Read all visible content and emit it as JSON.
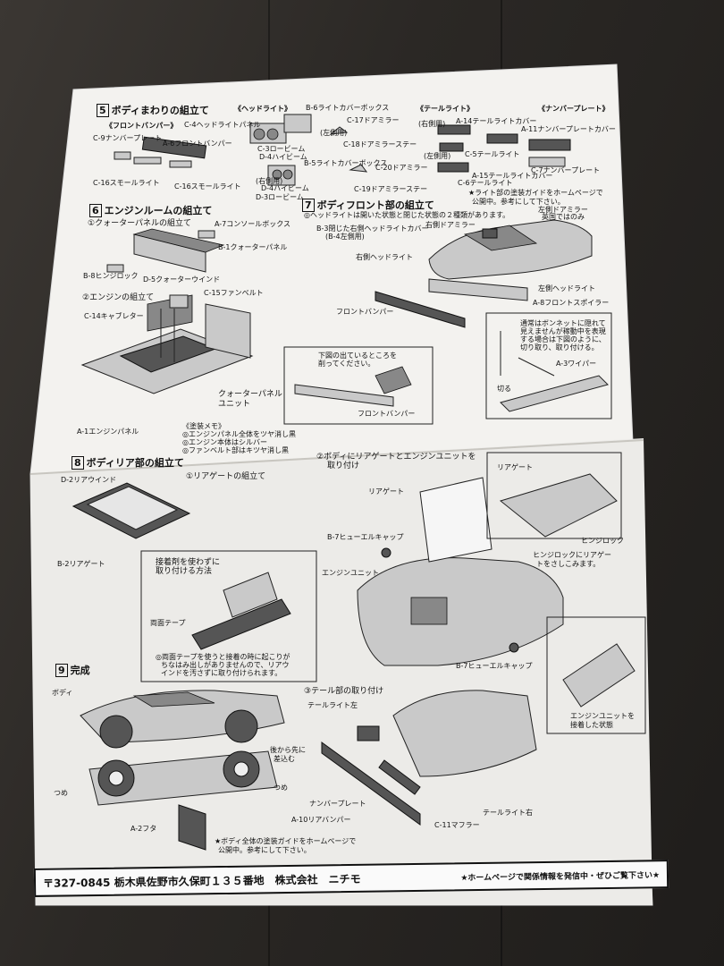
{
  "s5": {
    "title": "ボディまわりの組立て",
    "num": "5",
    "front_bumper": "《フロントバンパー》",
    "headlight": "《ヘッドライト》",
    "taillight": "《テールライト》",
    "plate": "《ナンバープレート》",
    "c9": "C-9ナンバープレート",
    "c4": "C-4ヘッドライトパネル",
    "a6": "A-6フロントバンパー",
    "c16a": "C-16スモールライト",
    "c16b": "C-16スモールライト",
    "b6": "B-6ライトカバーボックス",
    "c17": "C-17ドアミラー",
    "left1": "(左側用)",
    "c18": "C-18ドアミラーステー",
    "c3a": "C-3ロービーム",
    "d4a": "D-4ハイビーム",
    "b5": "B-5ライトカバーボックス",
    "right1": "(右側用)",
    "c20": "C-20ドアミラー",
    "d4b": "D-4ハイビーム",
    "c19": "C-19ドアミラーステー",
    "d3": "D-3ロービーム",
    "right2": "(右側用)",
    "a14": "A-14テールライトカバー",
    "left2": "(左側用)",
    "c5": "C-5テールライト",
    "a15": "A-15テールライトカバー",
    "c6": "C-6テールライト",
    "a11": "A-11ナンバープレートカバー",
    "c7": "C-7ナンバープレート",
    "note": "★ライト部の塗装ガイドをホームページで",
    "note2": "公開中。参考にして下さい。"
  },
  "s6": {
    "title": "エンジンルームの組立て",
    "num": "6",
    "sub1": "①クォーターパネルの組立て",
    "a7": "A-7コンソールボックス",
    "b1": "B-1クォーターパネル",
    "b8": "B-8ヒンジロック",
    "d5": "D-5クォーターウインド",
    "sub2": "②エンジンの組立て",
    "c15": "C-15ファンベルト",
    "c14": "C-14キャブレター",
    "qp": "クォーターパネル",
    "unit": "ユニット",
    "a1": "A-1エンジンパネル",
    "memo": "《塗装メモ》",
    "memo1": "◎エンジンパネル全体をツヤ消し黒",
    "memo2": "◎エンジン本体はシルバー",
    "memo3": "◎ファンベルト部はキツヤ消し黒"
  },
  "s7": {
    "title": "ボディフロント部の組立て",
    "num": "7",
    "note": "◎ヘッドライトは開いた状態と閉じた状態の２種類があります。",
    "b3": "B-3閉じた右側ヘッドライトカバー",
    "b4": "(B-4左側用)",
    "mirror_r": "右側ドアミラー",
    "mirror_l": "左側ドアミラー",
    "mirror_l2": "英国ではのみ",
    "hl_r": "右側ヘッドライト",
    "hl_l": "左側ヘッドライト",
    "a8": "A-8フロントスポイラー",
    "fb": "フロントバンパー",
    "cut": "下図の出ているところを",
    "cut2": "削ってください。",
    "fb2": "フロントバンパー",
    "wiper1": "通常はボンネットに隠れて",
    "wiper2": "見えませんが稼動中を表現",
    "wiper3": "する場合は下図のように、",
    "wiper4": "切り取り、取り付ける。",
    "a3": "A-3ワイパー",
    "kiru": "切る"
  },
  "s8": {
    "title": "ボディリア部の組立て",
    "num": "8",
    "sub1": "①リアゲートの組立て",
    "d2": "D-2リアウインド",
    "b2": "B-2リアゲート",
    "glue1": "接着剤を使わずに",
    "glue2": "取り付ける方法",
    "tape": "両面テープ",
    "tape1": "◎両面テープを使うと接着の時に起こりが",
    "tape2": "ちなはみ出しがありませんので、リアウ",
    "tape3": "インドを汚さずに取り付けられます。",
    "sub2": "②ボディにリアゲートとエンジンユニットを",
    "sub2b": "取り付け",
    "rg": "リアゲート",
    "b7a": "B-7ヒューエルキャップ",
    "eu": "エンジンユニット",
    "b7b": "B-7ヒューエルキャップ",
    "rg2": "リアゲート",
    "hinge": "ヒンジロック",
    "hinge1": "ヒンジロックにリアゲー",
    "hinge2": "トをさしこみます。",
    "eu1": "エンジンユニットを",
    "eu2": "接着した状態",
    "sub3": "③テール部の取り付け",
    "tl_l": "テールライト左",
    "np": "ナンバープレート",
    "a10": "A-10リアバンパー",
    "c11": "C-11マフラー",
    "tl_r": "テールライト右"
  },
  "s9": {
    "title": "完成",
    "num": "9",
    "body": "ボディ",
    "tsume1": "つめ",
    "tsume2": "つめ",
    "insert1": "後から先に",
    "insert2": "差込む",
    "a2": "A-2フタ",
    "note": "★ボディ全体の塗装ガイドをホームページで",
    "note2": "公開中。参考にして下さい。"
  },
  "footer": {
    "address": "〒327-0845 栃木県佐野市久保町１３５番地　株式会社　ニチモ",
    "web": "★ホームページで関係情報を発信中・ぜひご覧下さい★"
  }
}
